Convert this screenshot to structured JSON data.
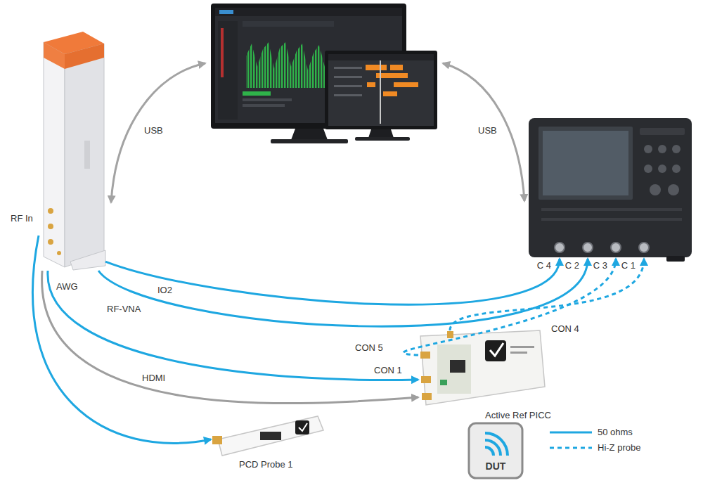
{
  "diagram": {
    "nodes": [
      {
        "text": [
          "RF In"
        ]
      },
      {
        "text": [
          "C 4",
          "C 2",
          "C 3",
          "C 1"
        ]
      },
      {
        "text": [
          "Active Ref PICC"
        ]
      },
      {
        "text": [
          "PCD Probe 1"
        ]
      },
      {
        "text": [
          "DUT"
        ]
      }
    ],
    "edges": [
      {
        "from": 0,
        "to": 1,
        "arrow": "to",
        "label": "IO2"
      },
      {
        "from": 0,
        "to": 1,
        "arrow": "to",
        "label": "RF-VNA"
      },
      {
        "from": 0,
        "to": 2,
        "arrow": "to",
        "label": "AWG"
      },
      {
        "from": 0,
        "to": 2,
        "arrow": "to",
        "label": "HDMI"
      },
      {
        "from": 2,
        "to": 1,
        "arrow": "to",
        "label": "CON 5"
      },
      {
        "from": 2,
        "to": 1,
        "arrow": "to",
        "label": "CON 4"
      },
      {
        "from": 0,
        "to": 3,
        "arrow": "to"
      }
    ],
    "labels": [
      "USB",
      "USB",
      "CON 1"
    ],
    "legend": [
      {
        "text": "50 ohms"
      },
      {
        "text": "Hi-Z probe"
      }
    ]
  }
}
